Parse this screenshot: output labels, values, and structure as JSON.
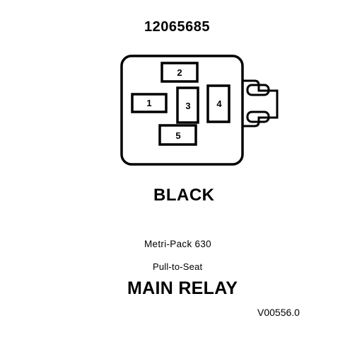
{
  "part_number": "12065685",
  "connector": {
    "cavities": [
      {
        "label": "1"
      },
      {
        "label": "2"
      },
      {
        "label": "3"
      },
      {
        "label": "4"
      },
      {
        "label": "5"
      }
    ]
  },
  "color": "BLACK",
  "series": "Metri-Pack 630",
  "type": "Pull-to-Seat",
  "component": "MAIN RELAY",
  "figure_code": "V00556.0"
}
